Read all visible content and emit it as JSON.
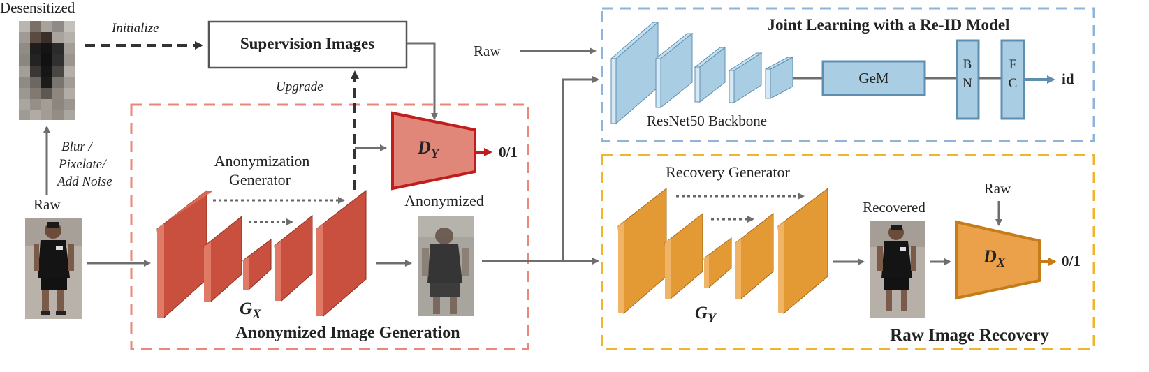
{
  "labels": {
    "desensitized": "Desensitized",
    "initialize": "Initialize",
    "supervision_images": "Supervision Images",
    "upgrade": "Upgrade",
    "blur_line1": "Blur /",
    "blur_line2": "Pixelate/",
    "blur_line3": "Add Noise",
    "raw_left": "Raw",
    "anon_gen_line1": "Anonymization",
    "anon_gen_line2": "Generator",
    "gx_main": "G",
    "gx_sub": "X",
    "anon_section_title": "Anonymized Image Generation",
    "dy_main": "D",
    "dy_sub": "Y",
    "dy_output": "0/1",
    "anonymized": "Anonymized",
    "raw_top": "Raw",
    "reid_title": "Joint Learning with a Re-ID Model",
    "resnet": "ResNet50 Backbone",
    "gem": "GeM",
    "bn_b": "B",
    "bn_n": "N",
    "fc_f": "F",
    "fc_c": "C",
    "id": "id",
    "recovery_gen": "Recovery Generator",
    "gy_main": "G",
    "gy_sub": "Y",
    "recovered": "Recovered",
    "raw_right": "Raw",
    "dx_main": "D",
    "dx_sub": "X",
    "dx_output": "0/1",
    "recovery_section_title": "Raw Image Recovery"
  },
  "colors": {
    "red_box": "#e8877a",
    "red_block": "#c9503e",
    "red_block_dark": "#a83c2c",
    "dy_fill": "#e0877a",
    "dy_stroke": "#c21d1d",
    "blue_box": "#8fb4d9",
    "blue_block": "#a9cde3",
    "blue_block_dark": "#7da6c0",
    "blue_stroke": "#5f8fb0",
    "orange_box": "#f0b52f",
    "orange_block": "#e39a35",
    "orange_block_dark": "#b87620",
    "dx_fill": "#eba04a",
    "dx_stroke": "#c77c1a",
    "arrow_gray": "#6e6e6e",
    "arrow_dark": "#333333"
  }
}
